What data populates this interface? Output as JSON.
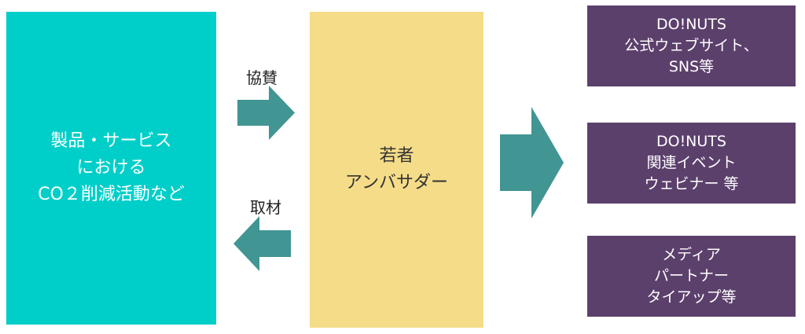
{
  "colors": {
    "source_fill": "#00CFC9",
    "ambassador_fill": "#F5DC88",
    "output_fill": "#5C406C",
    "arrow_fill": "#419593"
  },
  "source": {
    "lines": [
      "製品・サービス",
      "における",
      "CO２削減活動など"
    ]
  },
  "ambassador": {
    "lines": [
      "若者",
      "アンバサダー"
    ]
  },
  "arrows": {
    "sponsor_label": "協賛",
    "coverage_label": "取材"
  },
  "outputs": [
    {
      "lines": [
        "DO!NUTS",
        "公式ウェブサイト、",
        "SNS等"
      ]
    },
    {
      "lines": [
        "DO!NUTS",
        "関連イベント",
        "ウェビナー 等"
      ]
    },
    {
      "lines": [
        "メディア",
        "パートナー",
        "タイアップ等"
      ]
    }
  ]
}
